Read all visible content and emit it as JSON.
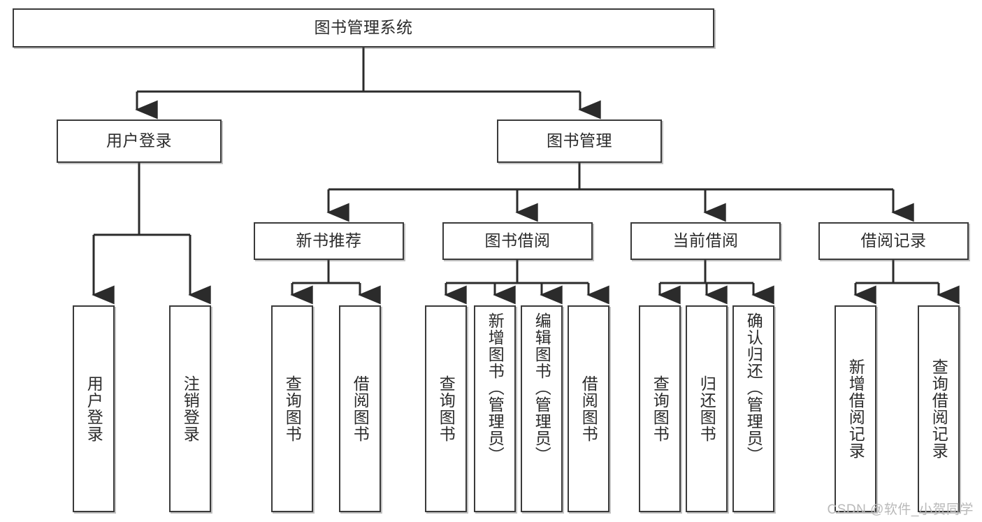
{
  "diagram": {
    "title": "图书管理系统",
    "type": "tree-hierarchy",
    "watermark": "CSDN @软件_小贺同学",
    "colors": {
      "box_border": "#3a3a3a",
      "box_fill": "#ffffff",
      "connector": "#2b2b2b",
      "text": "#2b2b2b",
      "watermark": "#b9b9b9"
    },
    "root": {
      "label": "图书管理系统"
    },
    "level2": [
      {
        "label": "用户登录"
      },
      {
        "label": "图书管理"
      }
    ],
    "level3": [
      {
        "label": "新书推荐"
      },
      {
        "label": "图书借阅"
      },
      {
        "label": "当前借阅"
      },
      {
        "label": "借阅记录"
      }
    ],
    "leaves": {
      "user_login": [
        {
          "label": "用户登录"
        },
        {
          "label": "注销登录"
        }
      ],
      "new_book_recommend": [
        {
          "label": "查询图书"
        },
        {
          "label": "借阅图书"
        }
      ],
      "book_borrow": [
        {
          "label": "查询图书"
        },
        {
          "label": "新增图书（管理员）"
        },
        {
          "label": "编辑图书（管理员）"
        },
        {
          "label": "借阅图书"
        }
      ],
      "current_borrow": [
        {
          "label": "查询图书"
        },
        {
          "label": "归还图书"
        },
        {
          "label": "确认归还（管理员）"
        }
      ],
      "borrow_record": [
        {
          "label": "新增借阅记录"
        },
        {
          "label": "查询借阅记录"
        }
      ]
    }
  }
}
